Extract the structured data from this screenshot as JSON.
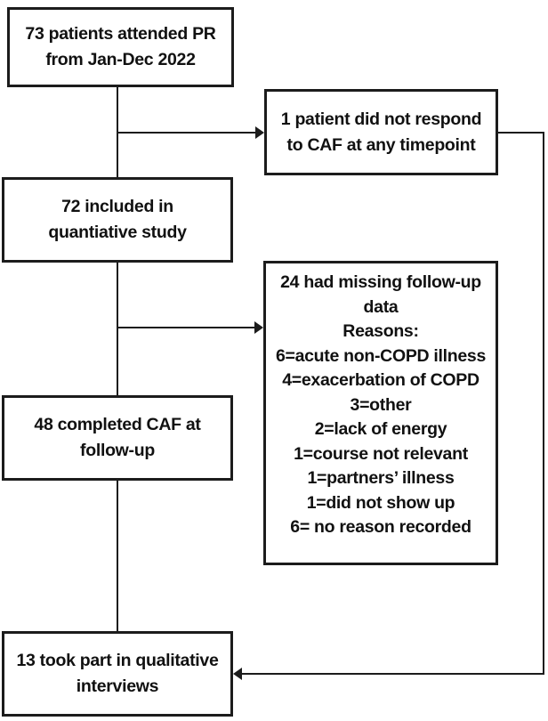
{
  "figure": {
    "type": "flowchart",
    "background_color": "#ffffff",
    "line_color": "#1c1c1c",
    "text_color": "#111111"
  },
  "boxes": {
    "attended": {
      "lines": [
        "73 patients attended PR",
        "from Jan-Dec 2022"
      ]
    },
    "no_response": {
      "lines": [
        "1 patient did not respond",
        "to CAF at any timepoint"
      ]
    },
    "included": {
      "lines": [
        "72 included in",
        "quantiative study"
      ]
    },
    "missing": {
      "lines": [
        "24 had missing follow-up",
        "data",
        "Reasons:",
        "6=acute non-COPD illness",
        "4=exacerbation of COPD",
        "3=other",
        "2=lack of energy",
        "1=course not relevant",
        "1=partners’ illness",
        "1=did not show up",
        "6= no reason recorded"
      ]
    },
    "completed": {
      "lines": [
        "48 completed CAF at",
        "follow-up"
      ]
    },
    "qualitative": {
      "lines": [
        "13 took part in qualitative",
        "interviews"
      ]
    }
  }
}
